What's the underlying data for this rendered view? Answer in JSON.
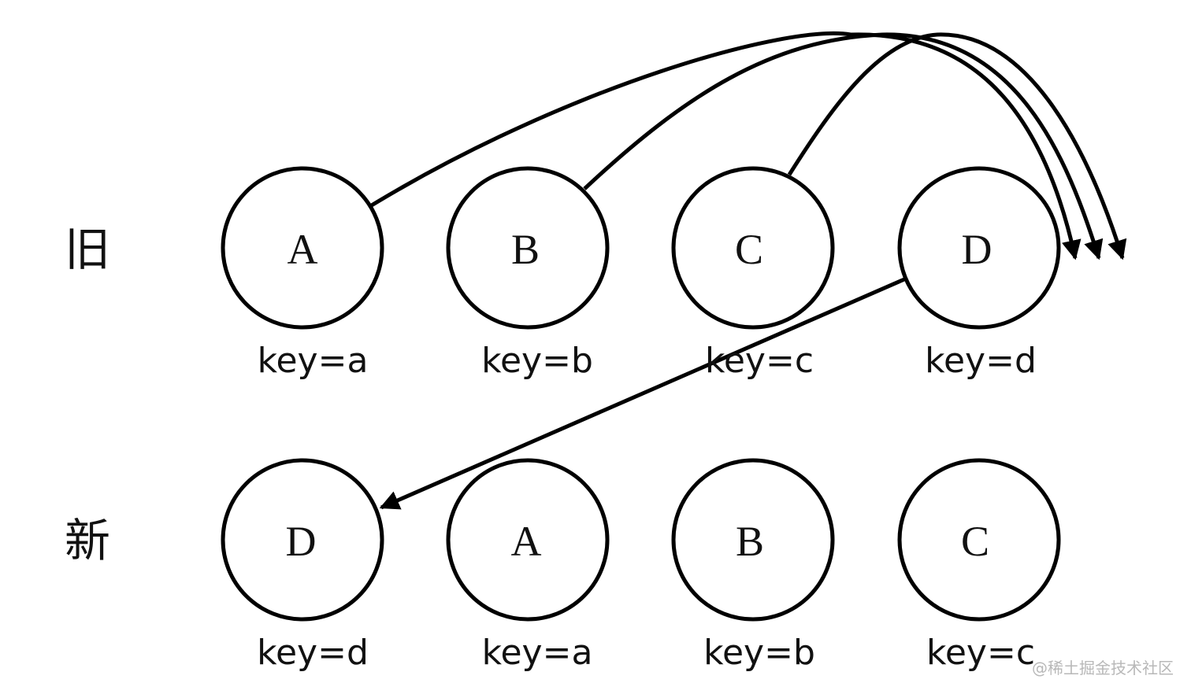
{
  "rows": {
    "old": {
      "label": "旧",
      "nodes": [
        {
          "letter": "A",
          "key": "key=a"
        },
        {
          "letter": "B",
          "key": "key=b"
        },
        {
          "letter": "C",
          "key": "key=c"
        },
        {
          "letter": "D",
          "key": "key=d"
        }
      ]
    },
    "new": {
      "label": "新",
      "nodes": [
        {
          "letter": "D",
          "key": "key=d"
        },
        {
          "letter": "A",
          "key": "key=a"
        },
        {
          "letter": "B",
          "key": "key=b"
        },
        {
          "letter": "C",
          "key": "key=c"
        }
      ]
    }
  },
  "edges": [
    {
      "from": "old-A",
      "to": "off-right"
    },
    {
      "from": "old-B",
      "to": "off-right"
    },
    {
      "from": "old-C",
      "to": "off-right"
    },
    {
      "from": "old-D",
      "to": "new-D"
    }
  ],
  "watermark": "@稀土掘金技术社区",
  "colors": {
    "stroke": "#000000",
    "background": "#ffffff",
    "watermark": "#b8b8b8"
  }
}
